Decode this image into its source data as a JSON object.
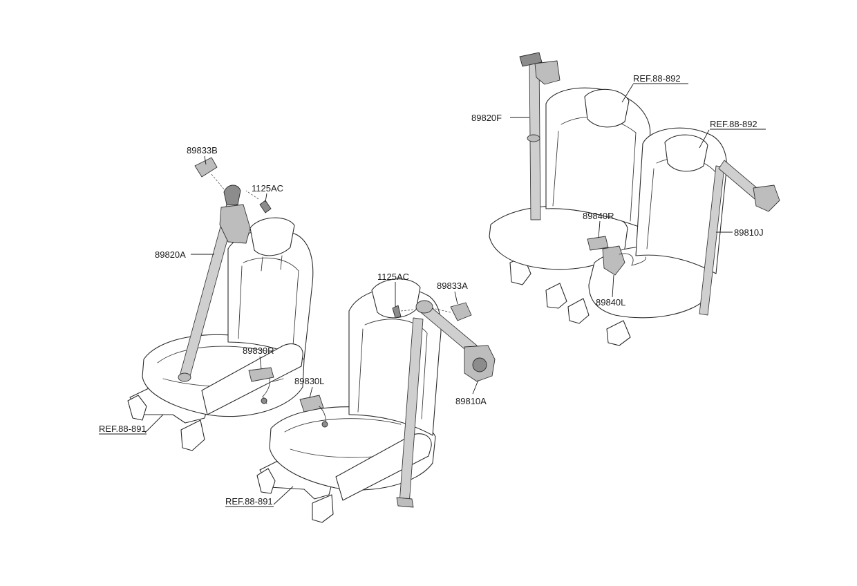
{
  "callouts": {
    "c_89833B": "89833B",
    "c_1125AC_left": "1125AC",
    "c_89820A": "89820A",
    "c_89830R": "89830R",
    "c_ref891_left": "REF.88-891",
    "c_1125AC_mid": "1125AC",
    "c_89833A": "89833A",
    "c_89830L": "89830L",
    "c_89810A": "89810A",
    "c_ref891_mid": "REF.88-891",
    "c_89820F": "89820F",
    "c_ref892_a": "REF.88-892",
    "c_ref892_b": "REF.88-892",
    "c_89840R": "89840R",
    "c_89840L": "89840L",
    "c_89810J": "89810J"
  }
}
